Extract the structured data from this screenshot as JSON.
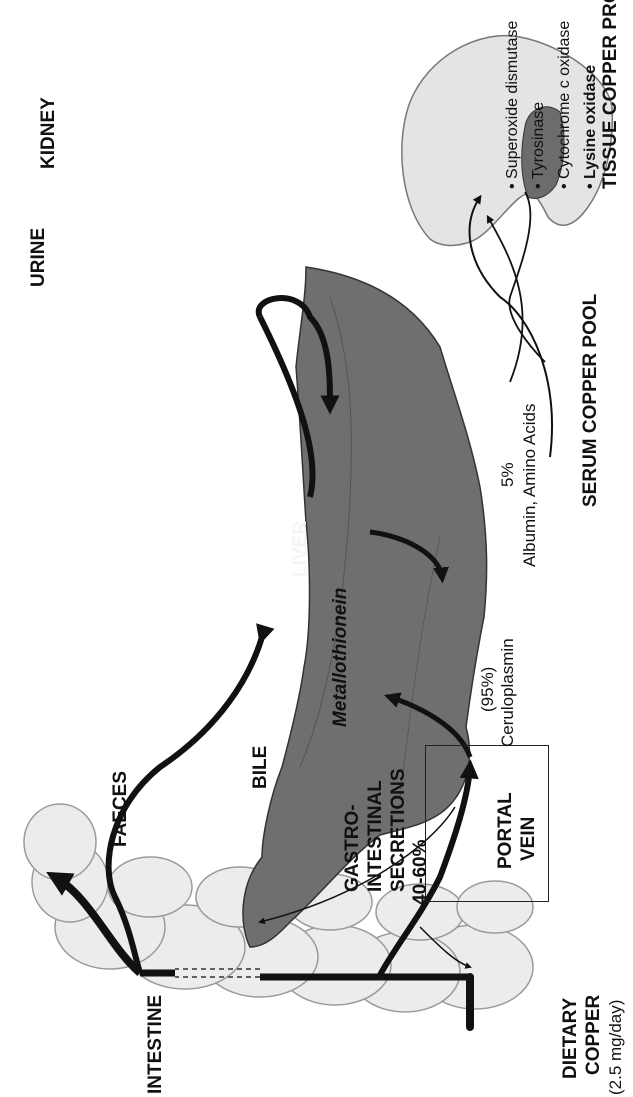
{
  "dietary": {
    "line1": "DIETARY",
    "line2": "COPPER",
    "amount": "(2.5 mg/day)"
  },
  "portal_vein": {
    "line1": "PORTAL",
    "line2": "VEIN"
  },
  "percent_absorbed": "40-60%",
  "gi_secretions": {
    "line1": "GASTRO-",
    "line2": "INTESTINAL",
    "line3": "SECRETIONS"
  },
  "intestine": "INTESTINE",
  "faeces": "FAECES",
  "bile": "BILE",
  "metallothionein": "Metallothionein",
  "liver": "LIVER",
  "serum_pool": {
    "title": "SERUM COPPER POOL",
    "ceruloplasmin": "Ceruloplasmin",
    "ceruloplasmin_pct": "(95%)",
    "albumin": "Albumin, Amino Acids",
    "albumin_pct": "5%"
  },
  "tissue_proteins": {
    "title": "TISSUE COPPER PROTEINS",
    "items": [
      "• Superoxide dismutase",
      "• Tyrosinase",
      "• Cytochrome c oxidase",
      "• Lysine oxidase"
    ]
  },
  "kidney": "KIDNEY",
  "urine": "URINE",
  "icons": {
    "intestine": "intestine-illustration-icon",
    "liver": "liver-illustration-icon",
    "kidney": "kidney-illustration-icon"
  }
}
